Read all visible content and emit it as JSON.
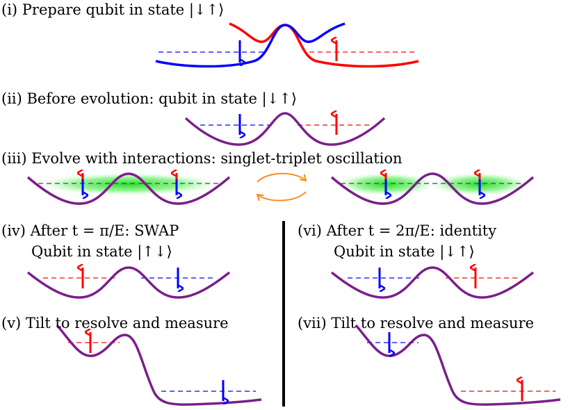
{
  "panels": {
    "i": {
      "label": "(i) Prepare qubit in state |↓↑⟩"
    },
    "ii": {
      "label": "(ii) Before evolution: qubit in state |↓↑⟩"
    },
    "iii": {
      "label": "(iii) Evolve with interactions: singlet-triplet oscillation"
    },
    "iv": {
      "label": "(iv) After t = π/E: SWAP",
      "sublabel": "Qubit in state |↑↓⟩"
    },
    "v": {
      "label": "(v) Tilt to resolve and measure"
    },
    "vi": {
      "label": "(vi) After t = 2π/E: identity",
      "sublabel": "Qubit in state |↓↑⟩"
    },
    "vii": {
      "label": "(vii) Tilt to resolve and measure"
    }
  },
  "colors": {
    "up_spin": "#ff0000",
    "down_spin": "#0000ff",
    "potential": "#7a1f8a",
    "oscillation_arrows": "#ff8c1a",
    "wavefunction": "#22dd22",
    "divider": "#000000"
  }
}
